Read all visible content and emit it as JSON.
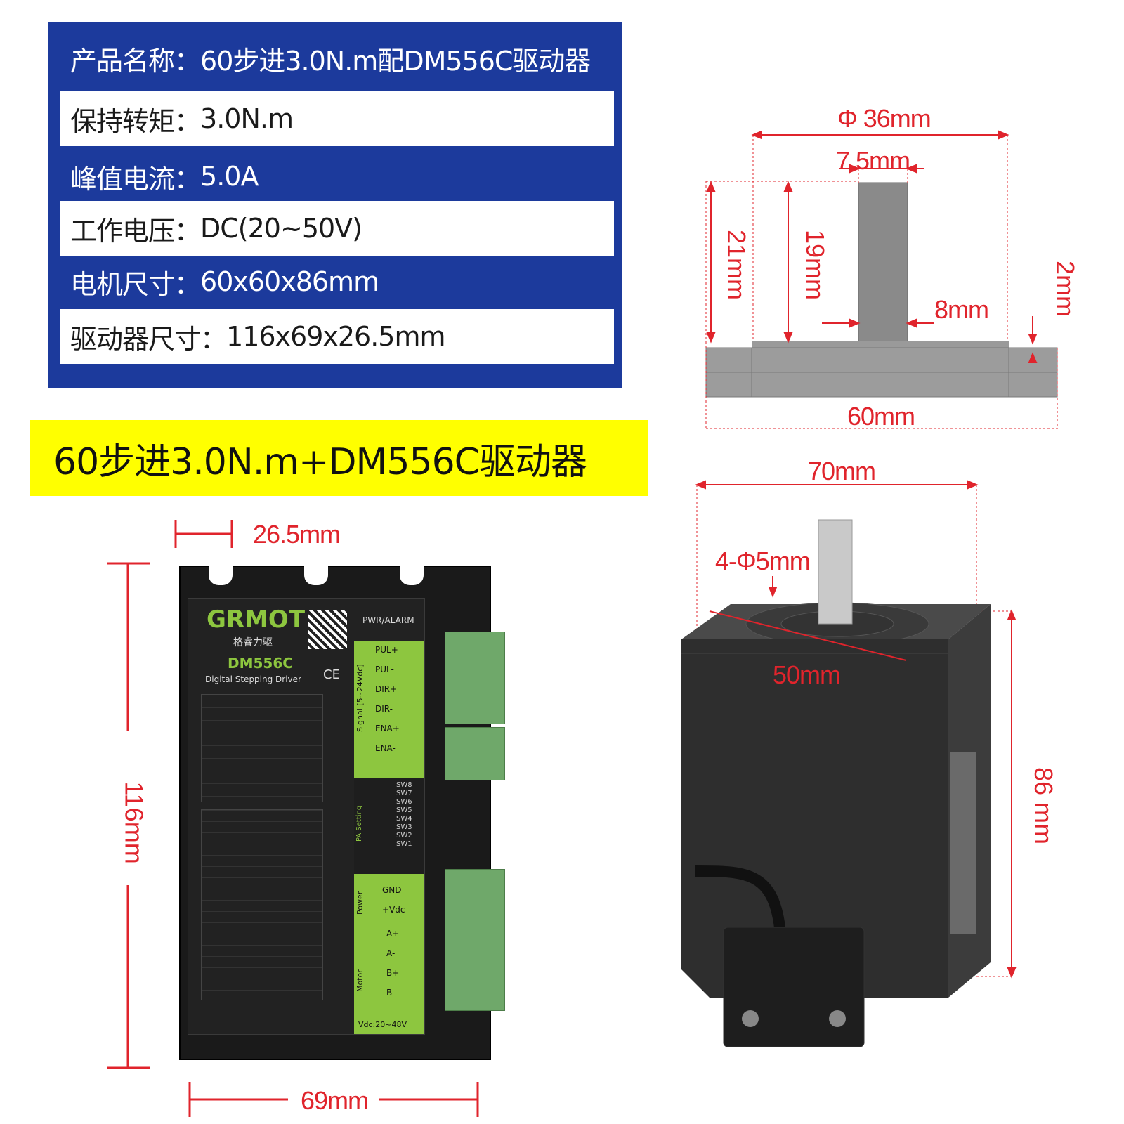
{
  "spec_table": {
    "rows": [
      {
        "label": "产品名称：",
        "value": "60步进3.0N.m配DM556C驱动器",
        "style": "blue"
      },
      {
        "label": "保持转矩：",
        "value": "3.0N.m",
        "style": "white"
      },
      {
        "label": "峰值电流：",
        "value": "5.0A",
        "style": "blue"
      },
      {
        "label": "工作电压：",
        "value": "DC(20~50V)",
        "style": "white"
      },
      {
        "label": "电机尺寸：",
        "value": "60x60x86mm",
        "style": "blue"
      },
      {
        "label": "驱动器尺寸：",
        "value": "116x69x26.5mm",
        "style": "white"
      }
    ]
  },
  "banner": {
    "text": "60步进3.0N.m+DM556C驱动器"
  },
  "motor_side_dims": {
    "phi": "Φ 36mm",
    "shaft_width": "7.5mm",
    "height_21": "21mm",
    "height_19": "19mm",
    "flat_8": "8mm",
    "boss_2": "2mm",
    "base_60": "60mm"
  },
  "motor_dims": {
    "width_70": "70mm",
    "holes": "4-Φ5mm",
    "flange_50": "50mm",
    "length_86": "86 mm"
  },
  "driver_dims": {
    "depth": "26.5mm",
    "height": "116mm",
    "width": "69mm"
  },
  "driver": {
    "brand": "GRMOT",
    "brand_cn": "格睿力驱",
    "model": "DM556C",
    "subtitle": "Digital Stepping Driver",
    "ce": "CE",
    "status": "PWR/ALARM",
    "signal_group": "Signal [5~24Vdc]",
    "signal_pins": [
      "PUL+",
      "PUL-",
      "DIR+",
      "DIR-",
      "ENA+",
      "ENA-"
    ],
    "pa_group": "PA Setting",
    "switches": [
      "SW8",
      "SW7",
      "SW6",
      "SW5",
      "SW4",
      "SW3",
      "SW2",
      "SW1"
    ],
    "power_group": "Power",
    "power_pins": [
      "GND",
      "+Vdc"
    ],
    "motor_group": "Motor",
    "motor_pins": [
      "A+",
      "A-",
      "B+",
      "B-"
    ],
    "vdc": "Vdc:20~48V"
  },
  "colors": {
    "panel_blue": "#1c3a9c",
    "banner_yellow": "#ffff00",
    "dim_red": "#e0242c",
    "terminal_green": "#6fa86a",
    "label_green": "#8dc63f"
  }
}
